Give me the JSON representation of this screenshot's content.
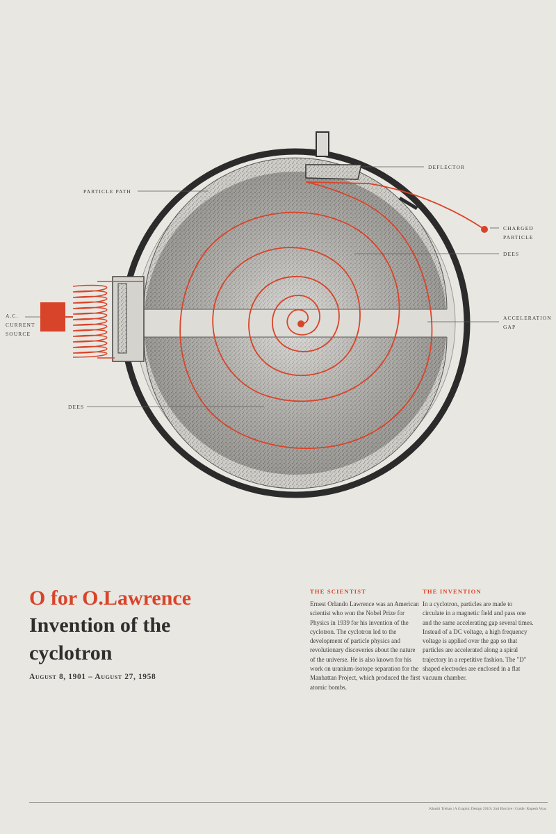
{
  "diagram": {
    "labels": {
      "deflector": "DEFLECTOR",
      "particle_path": "PARTICLE PATH",
      "charged_particle": [
        "CHARGED",
        "PARTICLE"
      ],
      "dees_right": "DEES",
      "acceleration_gap": [
        "ACCELERATION",
        "GAP"
      ],
      "ac_source": [
        "A.C.",
        "CURRENT",
        "SOURCE"
      ],
      "dees_left": "DEES"
    },
    "colors": {
      "accent": "#d8442a",
      "ink": "#2b2b2b",
      "paper": "#e9e7e1",
      "stipple": "#8e8c87"
    }
  },
  "title": {
    "line1": "O for O.Lawrence",
    "line2": "Invention of the",
    "line3": "cyclotron",
    "dates": "August 8, 1901 – August 27, 1958"
  },
  "scientist": {
    "heading": "THE SCIENTIST",
    "body": "Ernest Orlando Lawrence was an American scientist who won the Nobel Prize for Physics in 1939 for his invention of the cyclotron. The cyclotron led to the development of particle physics and revolutionary discoveries about the nature of the universe. He is also known for his work on uranium-isotope separation for the Manhattan Project, which produced the first atomic bombs."
  },
  "invention": {
    "heading": "THE INVENTION",
    "body": "In a cyclotron, particles are made to circulate in a magnetic field and pass one and the same accelerating gap several times. Instead of a DC voltage, a high frequency voltage is applied over the gap so that particles are accelerated along a spiral trajectory in a repetitive fashion. The \"D\" shaped electrodes are enclosed in a flat vacuum chamber."
  },
  "footer": {
    "credit": "Khushi Trehan | A Graphic Design 2010 | 2nd Elective | Guide: Rupesh Vyas"
  }
}
